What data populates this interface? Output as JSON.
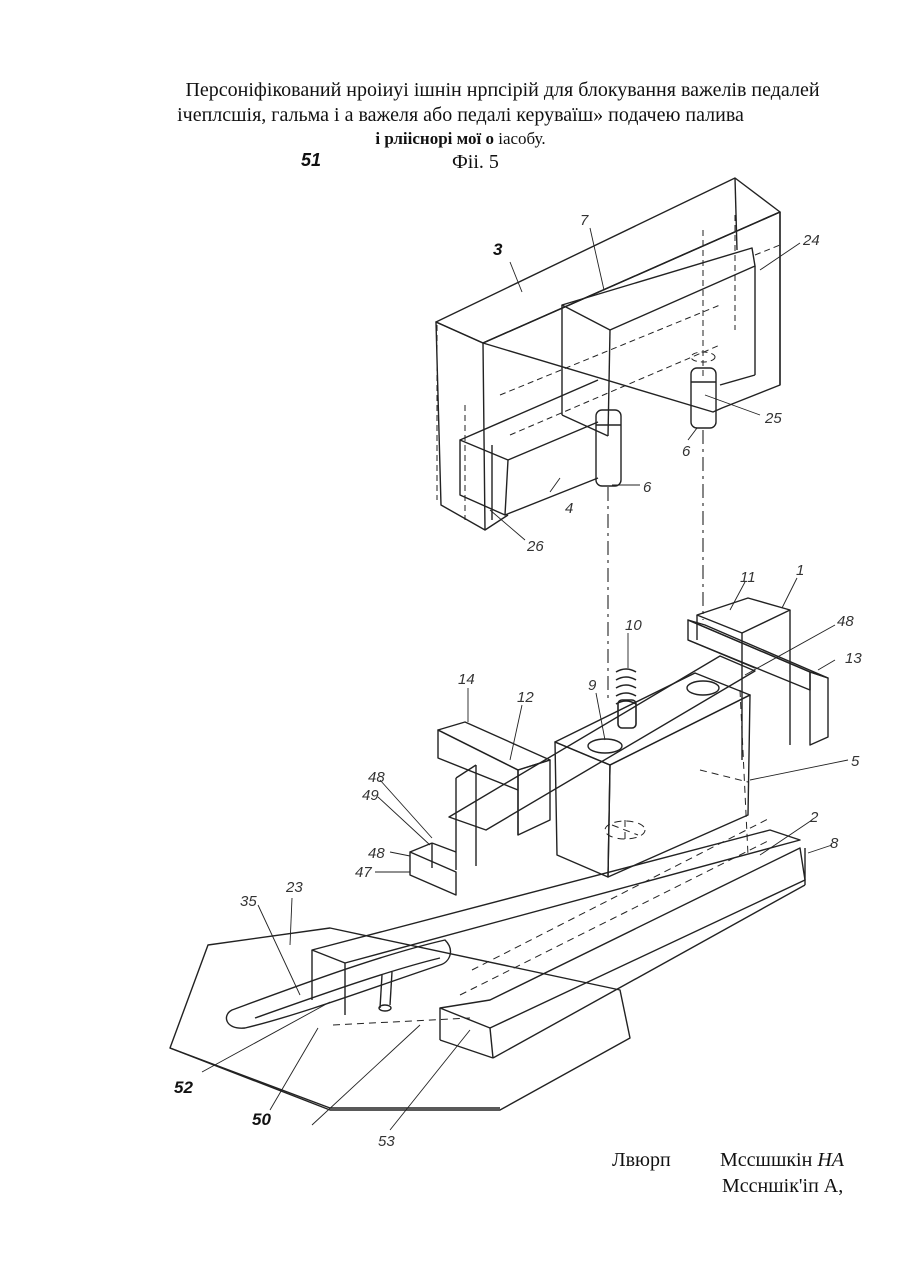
{
  "header": {
    "title_line1": "Персоніфікований нроіиуі ішнін нрпсірій для блокування важелів педалей",
    "title_line2": "ічеплсшія, гальма і а важеля або педалі керуваїш» подачею палива",
    "title_line3_bold": "і рліісноpі мої о",
    "title_line3_rest": " іасобу.",
    "figure_label": "Фіі. 5",
    "figure_number_51": "51"
  },
  "labels": {
    "n3": "3",
    "n7": "7",
    "n24": "24",
    "n25": "25",
    "n6a": "6",
    "n6b": "6",
    "n4": "4",
    "n26": "26",
    "n11": "11",
    "n1": "1",
    "n48a": "48",
    "n13": "13",
    "n10": "10",
    "n9": "9",
    "n14": "14",
    "n12": "12",
    "n5": "5",
    "n48b": "48",
    "n49": "49",
    "n2": "2",
    "n8": "8",
    "n48c": "48",
    "n47": "47",
    "n35": "35",
    "n23": "23",
    "n52": "52",
    "n50": "50",
    "n53": "53"
  },
  "signature": {
    "role": "Лвюрп",
    "name_line1_prefix": "Мссшшкін ",
    "name_line1_italic": "НА",
    "name_line2": "Мссншік'іп А,"
  }
}
